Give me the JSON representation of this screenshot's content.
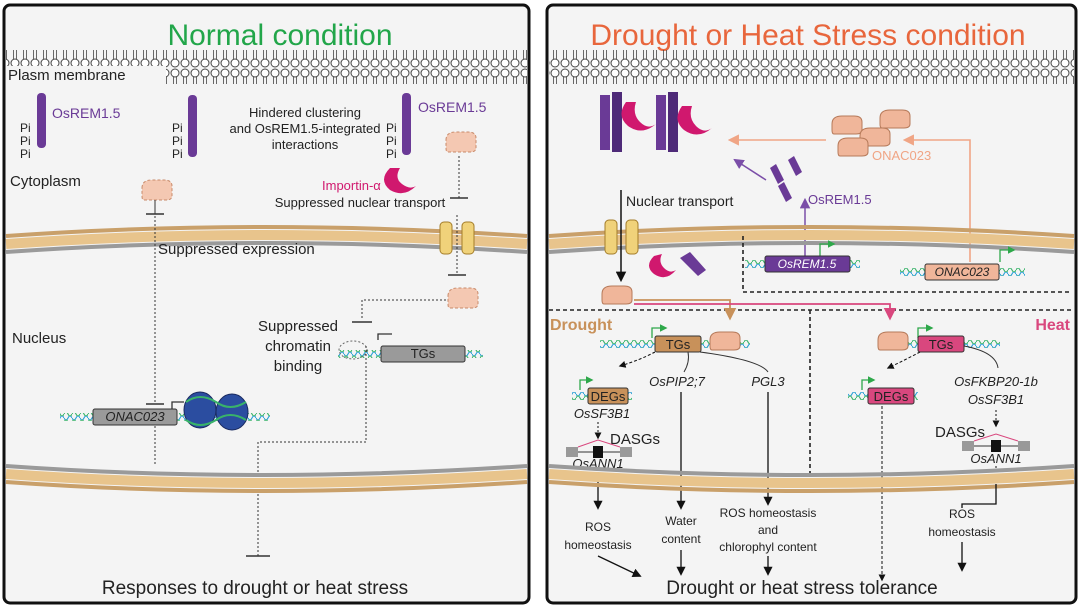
{
  "left_panel": {
    "title": "Normal condition",
    "plasm_membrane": "Plasm membrane",
    "cytoplasm": "Cytoplasm",
    "nucleus": "Nucleus",
    "osrem_label_1": "OsREM1.5",
    "osrem_label_2": "OsREM1.5",
    "pi": "Pi",
    "hindered_1": "Hindered clustering",
    "hindered_2": "and OsREM1.5-integrated",
    "hindered_3": "interactions",
    "importin": "Importin-α",
    "suppressed_transport": "Suppressed nuclear transport",
    "suppressed_expression": "Suppressed expression",
    "suppressed_binding_1": "Suppressed",
    "suppressed_binding_2": "chromatin",
    "suppressed_binding_3": "binding",
    "onac_gene": "ONAC023",
    "tgs": "TGs",
    "bottom": "Responses to drought or heat stress"
  },
  "right_panel": {
    "title": "Drought or Heat Stress condition",
    "onac023": "ONAC023",
    "osrem": "OsREM1.5",
    "nuclear_transport": "Nuclear transport",
    "osrem_gene": "OsREM1.5",
    "onac_gene": "ONAC023",
    "drought": "Drought",
    "heat": "Heat",
    "tgs_d": "TGs",
    "tgs_h": "TGs",
    "degs_d": "DEGs",
    "degs_h": "DEGs",
    "ossf3b1_d": "OsSF3B1",
    "dasgs_d": "DASGs",
    "osann1_d": "OsANN1",
    "ospip": "OsPIP2;7",
    "pgl3": "PGL3",
    "osfkbp": "OsFKBP20-1b",
    "ossf3b1_h": "OsSF3B1",
    "dasgs_h": "DASGs",
    "osann1_h": "OsANN1",
    "ros_1a": "ROS",
    "ros_1b": "homeostasis",
    "water_a": "Water",
    "water_b": "content",
    "ros_2a": "ROS homeostasis",
    "ros_2b": "and",
    "ros_2c": "chlorophyl content",
    "ros_3a": "ROS",
    "ros_3b": "homeostasis",
    "bottom": "Drought or heat stress tolerance"
  },
  "colors": {
    "green_title": "#22a64a",
    "orange_title": "#e8663c",
    "osrem_purple": "#6a3a96",
    "importin_magenta": "#d0186e",
    "onac_peach": "#f0b69a",
    "drought_brown": "#c8915a",
    "heat_pink": "#d9477e",
    "membrane_tan": "#e8c48c"
  }
}
